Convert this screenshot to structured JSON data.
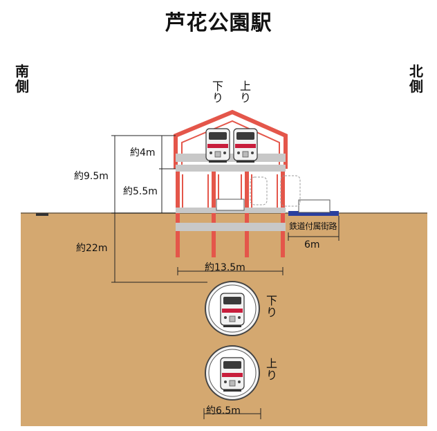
{
  "title": "芦花公園駅",
  "side_labels": {
    "south": "南側",
    "north": "北側"
  },
  "track_labels": {
    "outbound": "下り",
    "inbound": "上り"
  },
  "dimensions": {
    "upper_deck_height": "約4m",
    "lower_level_height": "約5.5m",
    "total_above_ground": "約9.5m",
    "depth": "約22m",
    "structure_width": "約13.5m",
    "tunnel_diameter": "約6.5m",
    "road_width": "6m"
  },
  "road_label": "鉄道付属街路",
  "colors": {
    "structure_red": "#e4564a",
    "ground": "#d4a870",
    "sky": "#ffffff",
    "slab_gray": "#c8c8c8",
    "train_body": "#f2f2f2",
    "train_stripe": "#c81e3c",
    "road_blue": "#2a3f9e"
  }
}
